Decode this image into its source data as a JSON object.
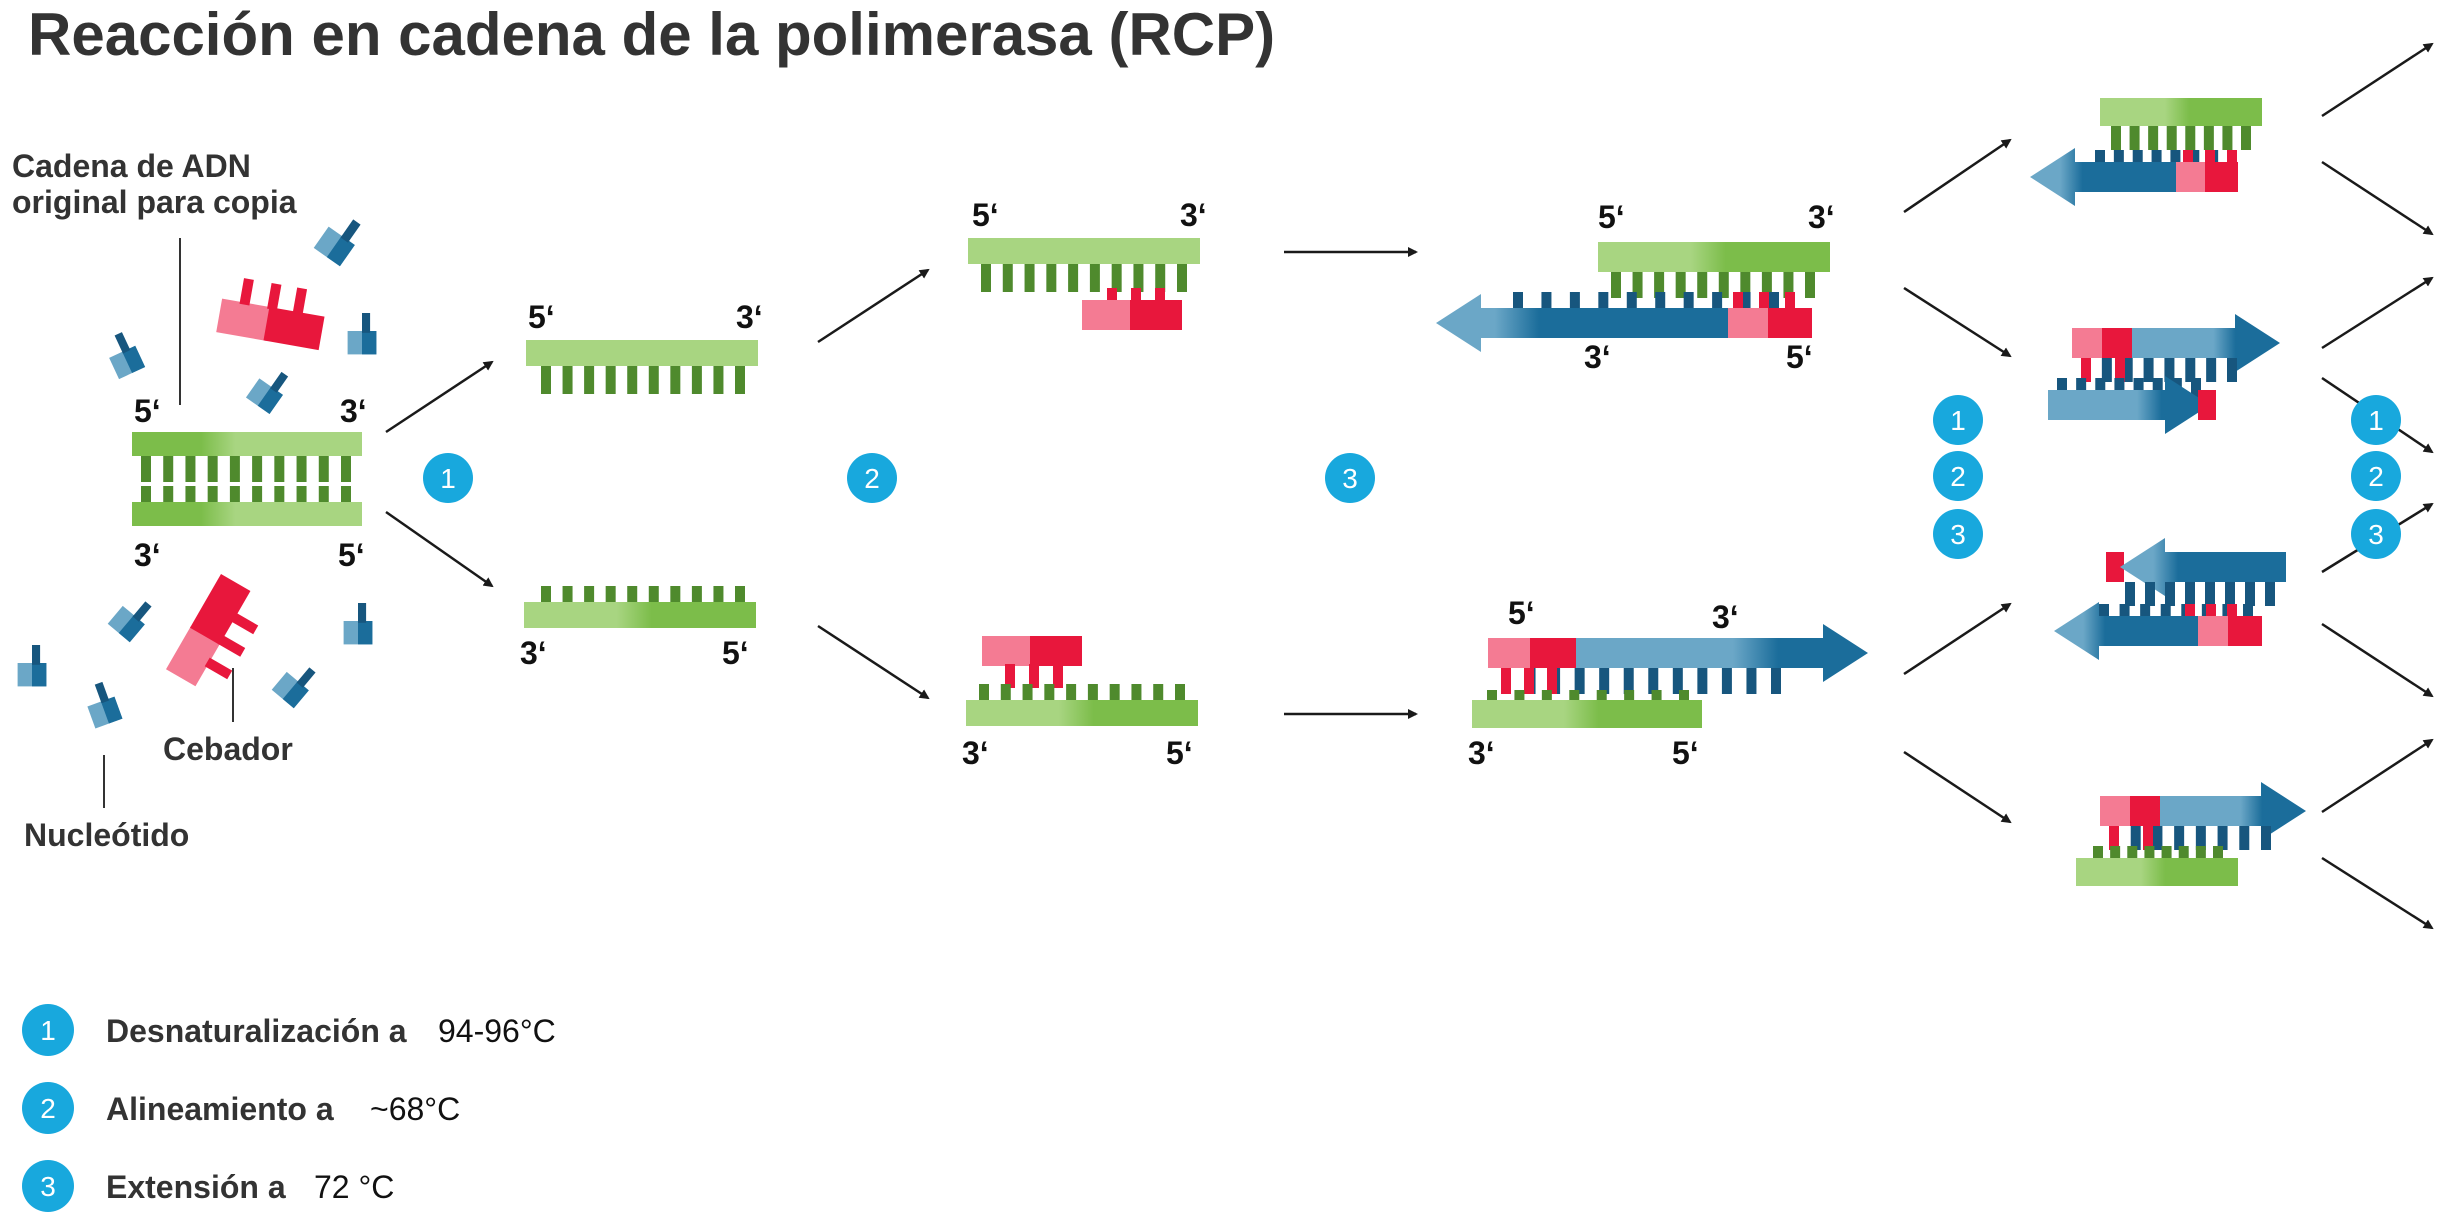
{
  "title": "Reacción en cadena de la polimerasa (RCP)",
  "labels": {
    "dna_original": [
      "Cadena de ADN",
      "original para copia"
    ],
    "primer": "Cebador",
    "nucleotide": "Nucleótido"
  },
  "ends": {
    "five": "5‘",
    "three": "3‘"
  },
  "step_numbers": [
    "1",
    "2",
    "3"
  ],
  "legend": [
    {
      "num": "1",
      "label": "Desnaturalización a",
      "value": "94-96°C"
    },
    {
      "num": "2",
      "label": "Alineamiento a",
      "value": "~68°C"
    },
    {
      "num": "3",
      "label": "Extensión a",
      "value": "72 °C"
    }
  ],
  "colors": {
    "green_light": "#a8d581",
    "green": "#7cbd4a",
    "green_dark": "#4f8a2d",
    "red_light": "#f47b93",
    "red": "#e8173c",
    "blue_light": "#6ba7c7",
    "blue": "#1b6d9b",
    "blue_dark": "#17567e",
    "circle": "#18a8dd",
    "arrow": "#1a1a1a",
    "title": "#333333"
  }
}
